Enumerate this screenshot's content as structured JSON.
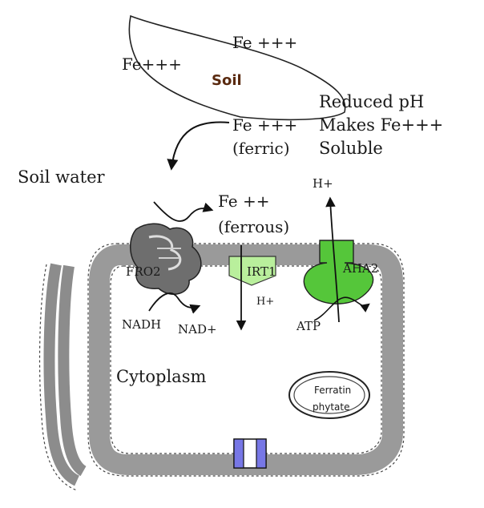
{
  "soil": {
    "label": "Soil",
    "fe_left": "Fe+++",
    "fe_top": "Fe +++",
    "fe_lower": "Fe +++",
    "ferric": "(ferric)"
  },
  "notes": {
    "reduced_line1": "Reduced pH",
    "reduced_line2": "Makes Fe+++",
    "reduced_line3": "Soluble"
  },
  "soil_water": "Soil water",
  "ferrous": {
    "fe": "Fe ++",
    "name": "(ferrous)"
  },
  "proteins": {
    "fro2": "FRO2",
    "irt1": "IRT1",
    "aha2": "AHA2",
    "h_plus_in": "H+",
    "h_plus_out": "H+",
    "nadh": "NADH",
    "nad": "NAD+",
    "atp": "ATP"
  },
  "cell": {
    "cytoplasm": "Cytoplasm",
    "ferratin": "Ferratin",
    "phytate": "phytate"
  },
  "colors": {
    "fro2": "#555555",
    "irt1": "#b9ef9c",
    "aha2": "#55c63a",
    "channel": "#7777e6",
    "soil_text": "#5a2a10"
  }
}
